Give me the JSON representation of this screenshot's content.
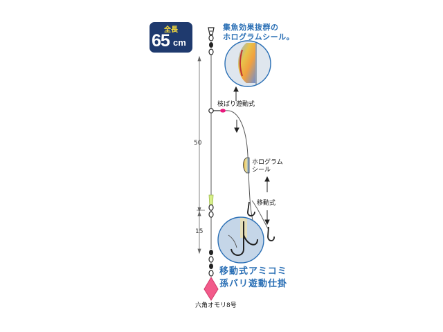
{
  "badge": {
    "label": "全長",
    "length_value": "65",
    "length_unit": "cm"
  },
  "texts": {
    "hologram_title_line1": "集魚効果抜群の",
    "hologram_title_line2": "ホログラムシール。",
    "branch_label": "枝ばり遊動式",
    "seal_line1": "ホログラム",
    "seal_line2": "シール",
    "moving_label": "移動式",
    "main_title_line1": "移動式アミコミ",
    "main_title_line2": "孫バリ遊動仕掛",
    "sinker_label": "六角オモリ8号"
  },
  "dimensions": {
    "upper": "50",
    "lower": "15"
  },
  "colors": {
    "badge_bg": "#1f3a6e",
    "badge_label": "#ffe13a",
    "title_blue": "#2a6fb5",
    "sinker_pink": "#f25a8a",
    "bead_pink": "#e8197d",
    "float_green": "#d8f08a",
    "circle_border": "#2a6fb5"
  },
  "icons": [
    "swivel-icon",
    "hook-icon",
    "sinker-icon",
    "arrow-up-icon",
    "arrow-down-icon"
  ]
}
